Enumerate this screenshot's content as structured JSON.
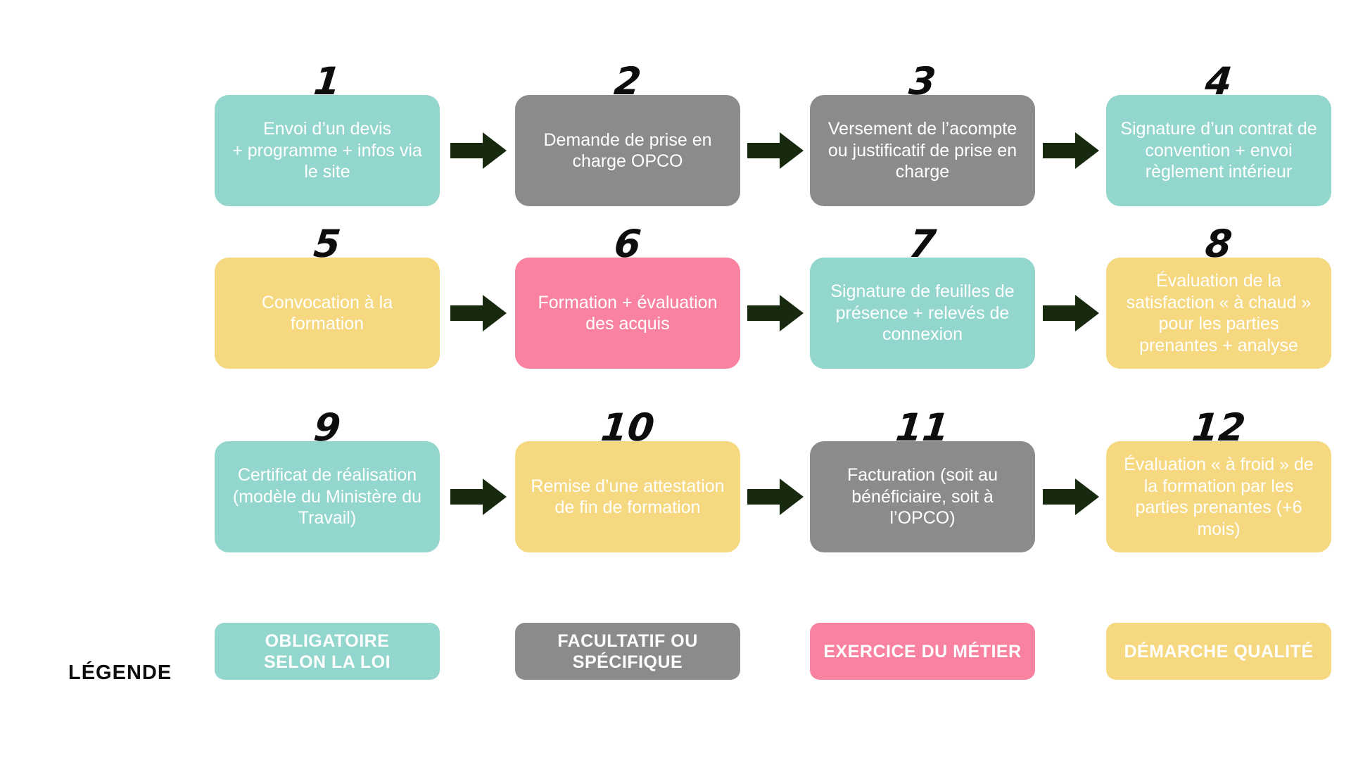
{
  "palette": {
    "teal": "#92D6CD",
    "gray": "#8B8B8B",
    "pink": "#F982A0",
    "yellow": "#F5D87F",
    "arrow": "#17290F",
    "number": "#0D0D0D",
    "background": "#FFFFFF",
    "box_text": "#FFFFFF"
  },
  "steps": [
    {
      "number": "1",
      "type": "teal",
      "label": "Envoi d’un devis\n+ programme + infos via\nle site"
    },
    {
      "number": "2",
      "type": "gray",
      "label": "Demande de prise en\ncharge OPCO"
    },
    {
      "number": "3",
      "type": "gray",
      "label": "Versement de l’acompte\nou justificatif de prise en\ncharge"
    },
    {
      "number": "4",
      "type": "teal",
      "label": "Signature d’un contrat de\nconvention + envoi\nrèglement intérieur"
    },
    {
      "number": "5",
      "type": "yellow",
      "label": "Convocation à la\nformation"
    },
    {
      "number": "6",
      "type": "pink",
      "label": "Formation + évaluation\ndes acquis"
    },
    {
      "number": "7",
      "type": "teal",
      "label": "Signature de feuilles de\nprésence + relevés de\nconnexion"
    },
    {
      "number": "8",
      "type": "yellow",
      "label": "Évaluation de la\nsatisfaction « à chaud »\npour les parties\nprenantes + analyse"
    },
    {
      "number": "9",
      "type": "teal",
      "label": "Certificat de réalisation\n(modèle du Ministère du\nTravail)"
    },
    {
      "number": "10",
      "type": "yellow",
      "label": "Remise d’une attestation\nde fin de formation"
    },
    {
      "number": "11",
      "type": "gray",
      "label": "Facturation (soit au\nbénéficiaire, soit à\nl’OPCO)"
    },
    {
      "number": "12",
      "type": "yellow",
      "label": "Évaluation « à froid » de\nla formation par les\nparties prenantes (+6\nmois)"
    }
  ],
  "legend": {
    "label": "LÉGENDE",
    "items": [
      {
        "type": "teal",
        "label": "OBLIGATOIRE\nSELON LA LOI"
      },
      {
        "type": "gray",
        "label": "FACULTATIF OU\nSPÉCIFIQUE"
      },
      {
        "type": "pink",
        "label": "EXERCICE DU MÉTIER"
      },
      {
        "type": "yellow",
        "label": "DÉMARCHE QUALITÉ"
      }
    ]
  }
}
